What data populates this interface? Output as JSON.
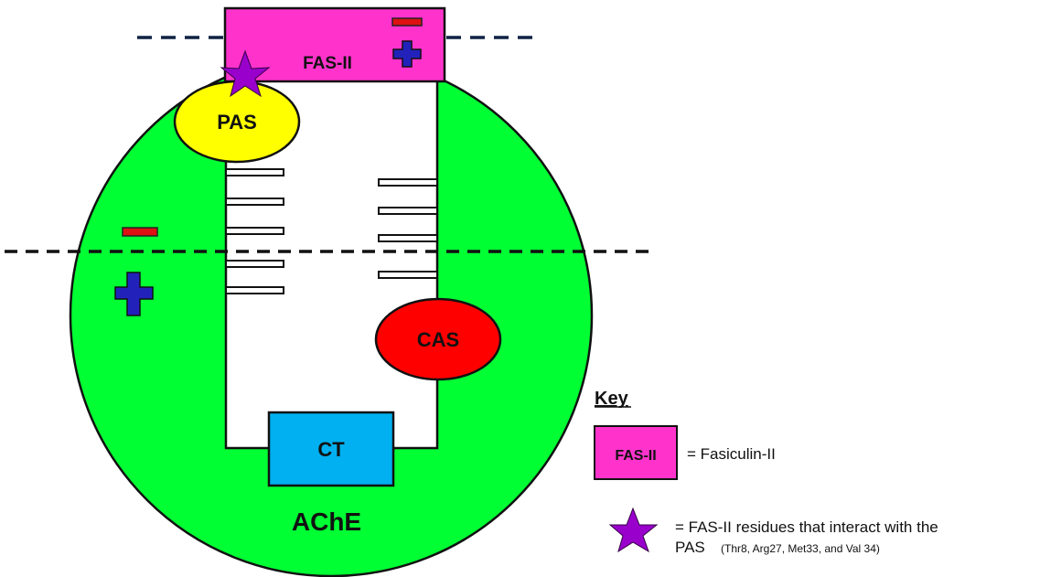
{
  "diagram": {
    "labels": {
      "fas2_box": "FAS-II",
      "pas": "PAS",
      "cas": "CAS",
      "ct": "CT",
      "ache": "AChE"
    },
    "charges": {
      "minus": "−",
      "plus": "+"
    }
  },
  "key": {
    "title": "Key",
    "fas2_swatch": "FAS-II",
    "fas2_desc": "= Fasiculin-II",
    "star_desc_line1": "= FAS-II residues that interact with the",
    "star_desc_line2_main": "PAS",
    "star_desc_line2_detail": "(Thr8, Arg27, Met33, and Val 34)"
  },
  "colors": {
    "ache_green": "#00ff33",
    "fas2_magenta": "#ff33cc",
    "pas_yellow": "#ffff00",
    "cas_red": "#ff0000",
    "ct_blue": "#00b0f0",
    "star_purple": "#9900cc",
    "plus_blue": "#2222bb",
    "minus_red": "#dd1111"
  },
  "icons": {
    "star": "star-icon",
    "plus": "plus-sign-icon",
    "minus": "minus-sign-icon"
  }
}
